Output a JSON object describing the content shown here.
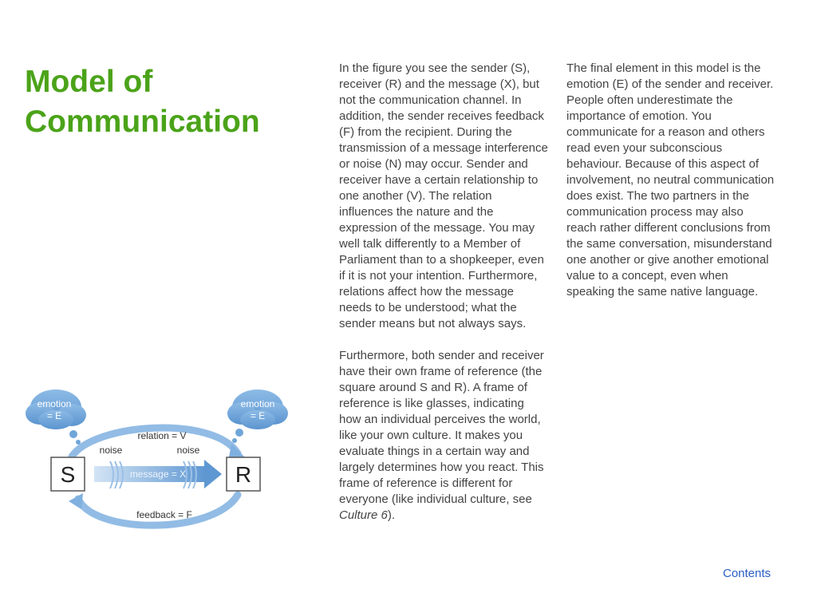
{
  "page": {
    "title": "Model of Communication",
    "column1": {
      "paragraph1": "In the figure you see the sender (S), receiver (R) and the message (X), but not the communication channel. In addition, the sender receives feedback (F) from the recipient. During the transmission of a message interference or noise (N) may occur. Sender and receiver have a certain relationship to one another (V). The relation influences the nature and the expression of the message. You may well talk differently to a Member of Parliament than to a shopkeeper, even if it is not your intention. Furthermore, relations affect how the message needs to be understood; what the sender means but not always says.",
      "paragraph2_text": "Furthermore, both sender and receiver have their own frame of reference (the square around S and R). A frame of reference is like glasses, indicating how an individual perceives the world, like your own culture. It makes you evaluate things in a certain way and largely determines how you react. This frame of reference is different for everyone (like individual culture, see ",
      "paragraph2_link": "Culture 6",
      "paragraph2_end": ")."
    },
    "column2": {
      "paragraph1": "The final element in this model is the emotion (E) of the sender and receiver. People often underestimate the importance of emotion. You communicate for a reason and others read even your subconscious behaviour. Because of this aspect of involvement, no neutral communication does exist. The two partners in the communication process may also reach rather different conclusions from the same conversation, misunderstand one another or give another emotional value to a concept, even when speaking the same native language."
    },
    "contents_link": "Contents"
  },
  "diagram": {
    "emotion_left_line1": "emotion",
    "emotion_left_line2": "= E",
    "emotion_right_line1": "emotion",
    "emotion_right_line2": "= E",
    "relation": "relation = V",
    "noise_left": "noise",
    "noise_right": "noise",
    "sender": "S",
    "receiver": "R",
    "message": "message = X",
    "feedback": "feedback = F",
    "colors": {
      "cloud": "#6fa6d8",
      "arrow": "#7fb0e0",
      "arrow_light": "#c5dcf2"
    }
  }
}
